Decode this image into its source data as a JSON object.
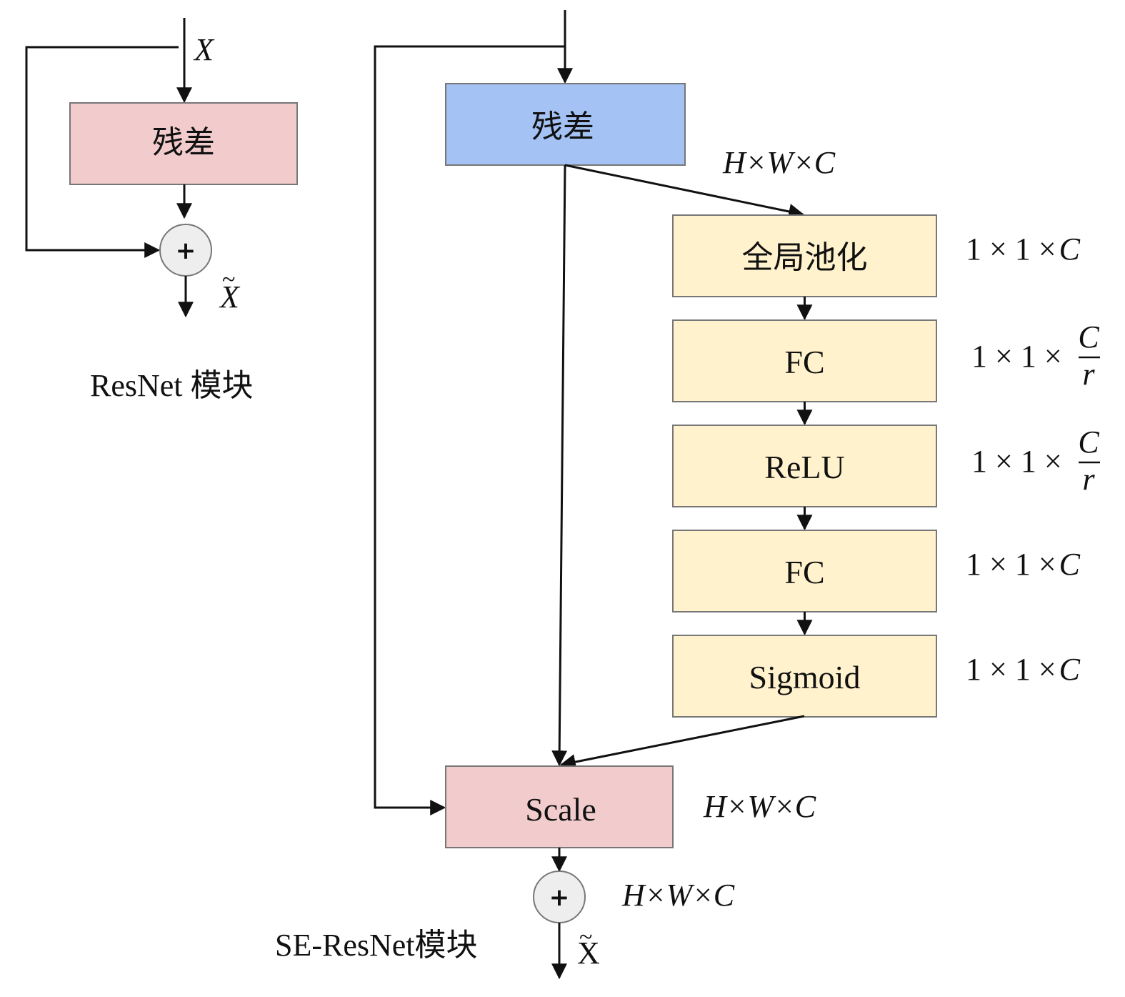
{
  "resnet": {
    "input_label": "X",
    "residual_label": "残差",
    "plus_symbol": "+",
    "output_label": "X",
    "output_tilde": "~",
    "caption": "ResNet 模块"
  },
  "se_resnet": {
    "residual_label": "残差",
    "residual_dim": "H×W×C",
    "blocks": [
      {
        "label": "全局池化",
        "dim_prefix": "1 × 1 ×",
        "dim_var": "C",
        "dim_fraction": null
      },
      {
        "label": "FC",
        "dim_prefix": "1 × 1 ×",
        "dim_var": null,
        "dim_fraction": {
          "numerator": "C",
          "denominator": "r"
        }
      },
      {
        "label": "ReLU",
        "dim_prefix": "1 × 1 ×",
        "dim_var": null,
        "dim_fraction": {
          "numerator": "C",
          "denominator": "r"
        }
      },
      {
        "label": "FC",
        "dim_prefix": "1 × 1 ×",
        "dim_var": "C",
        "dim_fraction": null
      },
      {
        "label": "Sigmoid",
        "dim_prefix": "1 × 1 ×",
        "dim_var": "C",
        "dim_fraction": null
      }
    ],
    "scale_label": "Scale",
    "scale_dim": "H×W×C",
    "plus_symbol": "+",
    "sum_dim": "H×W×C",
    "output_label": "X",
    "output_tilde": "~",
    "caption": "SE-ResNet模块"
  },
  "colors": {
    "resnet_residual_fill": "#f2cccc",
    "se_residual_fill": "#a4c2f4",
    "excitation_fill": "#fff2cc",
    "scale_fill": "#f2cccc",
    "box_stroke": "#777777",
    "circle_fill": "#eeeeee",
    "line": "#111111"
  }
}
